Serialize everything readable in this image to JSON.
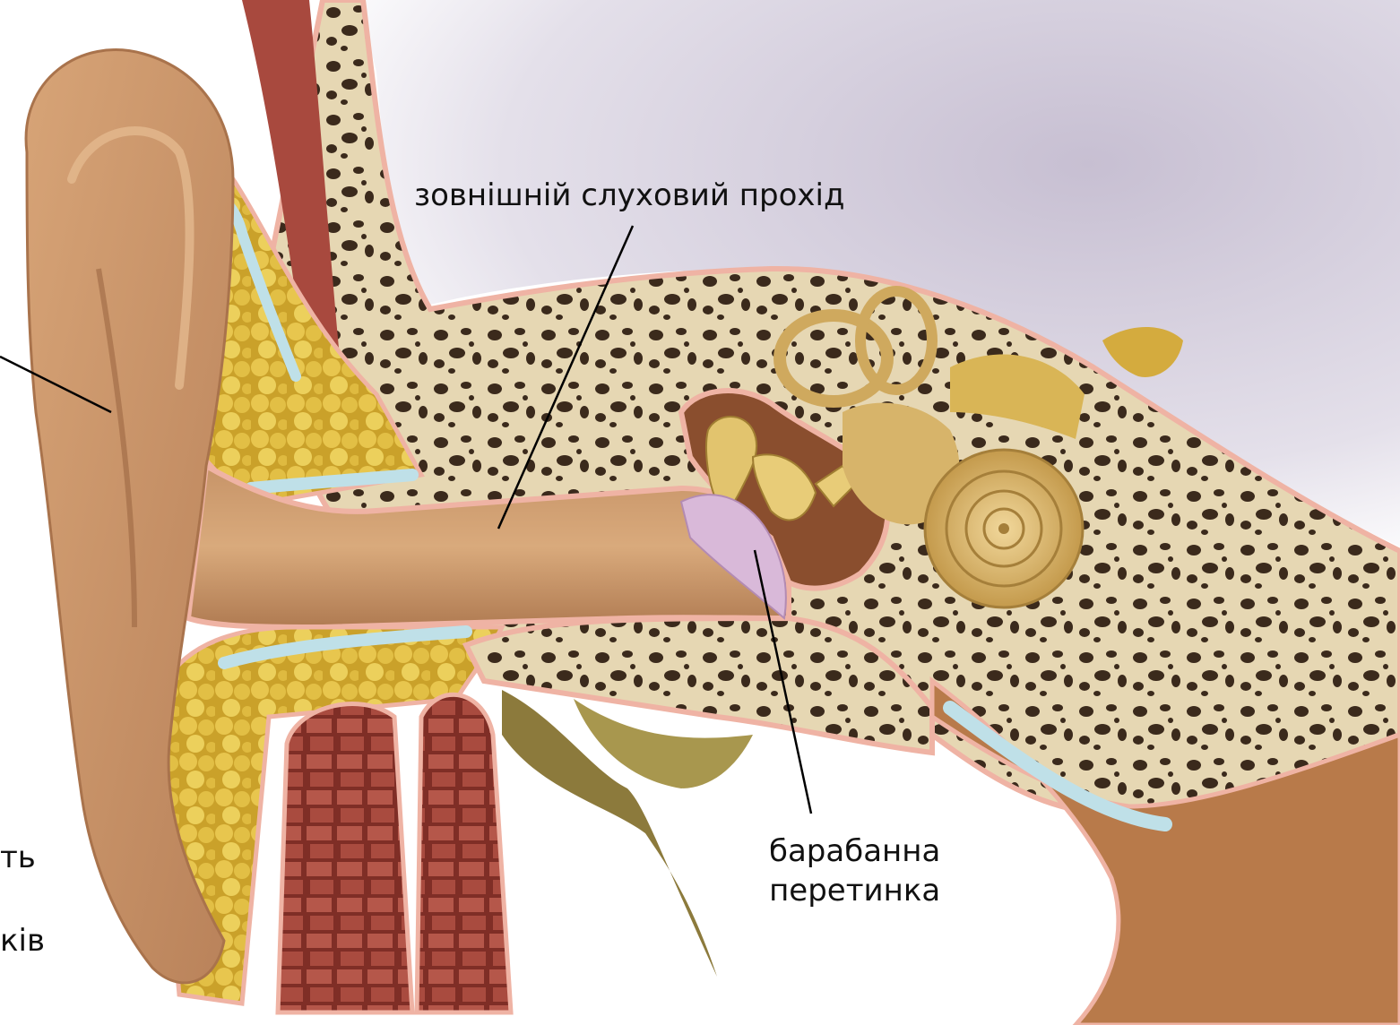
{
  "labels": {
    "ear_canal": "зовнішній слуховий прохід",
    "eardrum_line1": "барабанна",
    "eardrum_line2": "перетинка",
    "cut_left_1": "ть",
    "cut_left_2": "ків"
  },
  "colors": {
    "background": "#ffffff",
    "skull_cavity": "#c9c2d4",
    "skin": "#c8956a",
    "bone": "#e3d4b0",
    "fat": "#d9b43c",
    "cartilage": "#bfe0e8",
    "muscle": "#a8493e",
    "eardrum": "#d9b9d9",
    "cochlea": "#d7b46a",
    "leader_line": "#000000"
  }
}
